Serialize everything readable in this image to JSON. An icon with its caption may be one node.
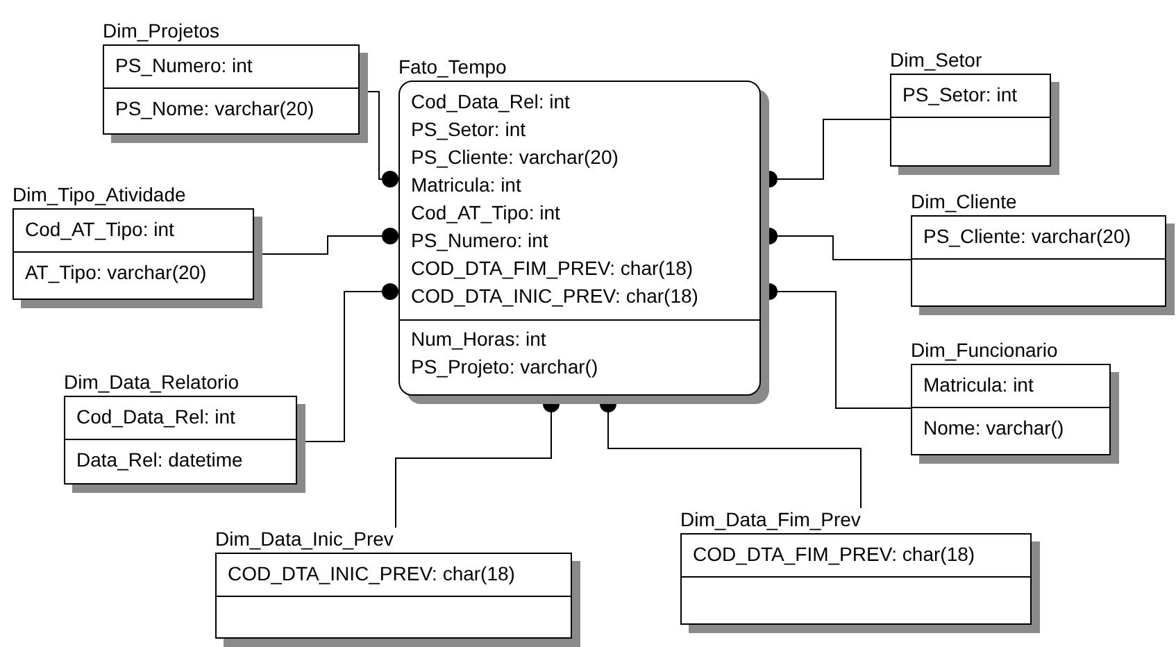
{
  "diagram": {
    "nodes": [
      {
        "text": [
          "Dim_Projetos",
          "PS_Numero: int",
          "PS_Nome: varchar(20)"
        ]
      },
      {
        "text": [
          "Fato_Tempo",
          "Cod_Data_Rel: int",
          "PS_Setor: int",
          "PS_Cliente: varchar(20)",
          "Matricula: int",
          "Cod_AT_Tipo: int",
          "PS_Numero: int",
          "COD_DTA_FIM_PREV: char(18)",
          "COD_DTA_INIC_PREV: char(18)",
          "Num_Horas: int",
          "PS_Projeto: varchar()"
        ]
      },
      {
        "text": [
          "Dim_Setor",
          "PS_Setor: int"
        ]
      },
      {
        "text": [
          "Dim_Tipo_Atividade",
          "Cod_AT_Tipo: int",
          "AT_Tipo: varchar(20)"
        ]
      },
      {
        "text": [
          "Dim_Cliente",
          "PS_Cliente: varchar(20)"
        ]
      },
      {
        "text": [
          "Dim_Data_Relatorio",
          "Cod_Data_Rel: int",
          "Data_Rel: datetime"
        ]
      },
      {
        "text": [
          "Dim_Funcionario",
          "Matricula: int",
          "Nome: varchar()"
        ]
      },
      {
        "text": [
          "Dim_Data_Inic_Prev",
          "COD_DTA_INIC_PREV: char(18)"
        ]
      },
      {
        "text": [
          "Dim_Data_Fim_Prev",
          "COD_DTA_FIM_PREV: char(18)"
        ]
      }
    ],
    "edges": [
      {
        "from": 0,
        "to": 1,
        "arrow": "other"
      },
      {
        "from": 2,
        "to": 1,
        "arrow": "other"
      },
      {
        "from": 3,
        "to": 1,
        "arrow": "other"
      },
      {
        "from": 4,
        "to": 1,
        "arrow": "other"
      },
      {
        "from": 5,
        "to": 1,
        "arrow": "other"
      },
      {
        "from": 6,
        "to": 1,
        "arrow": "other"
      },
      {
        "from": 7,
        "to": 1,
        "arrow": "other"
      },
      {
        "from": 8,
        "to": 1,
        "arrow": "other"
      }
    ]
  }
}
